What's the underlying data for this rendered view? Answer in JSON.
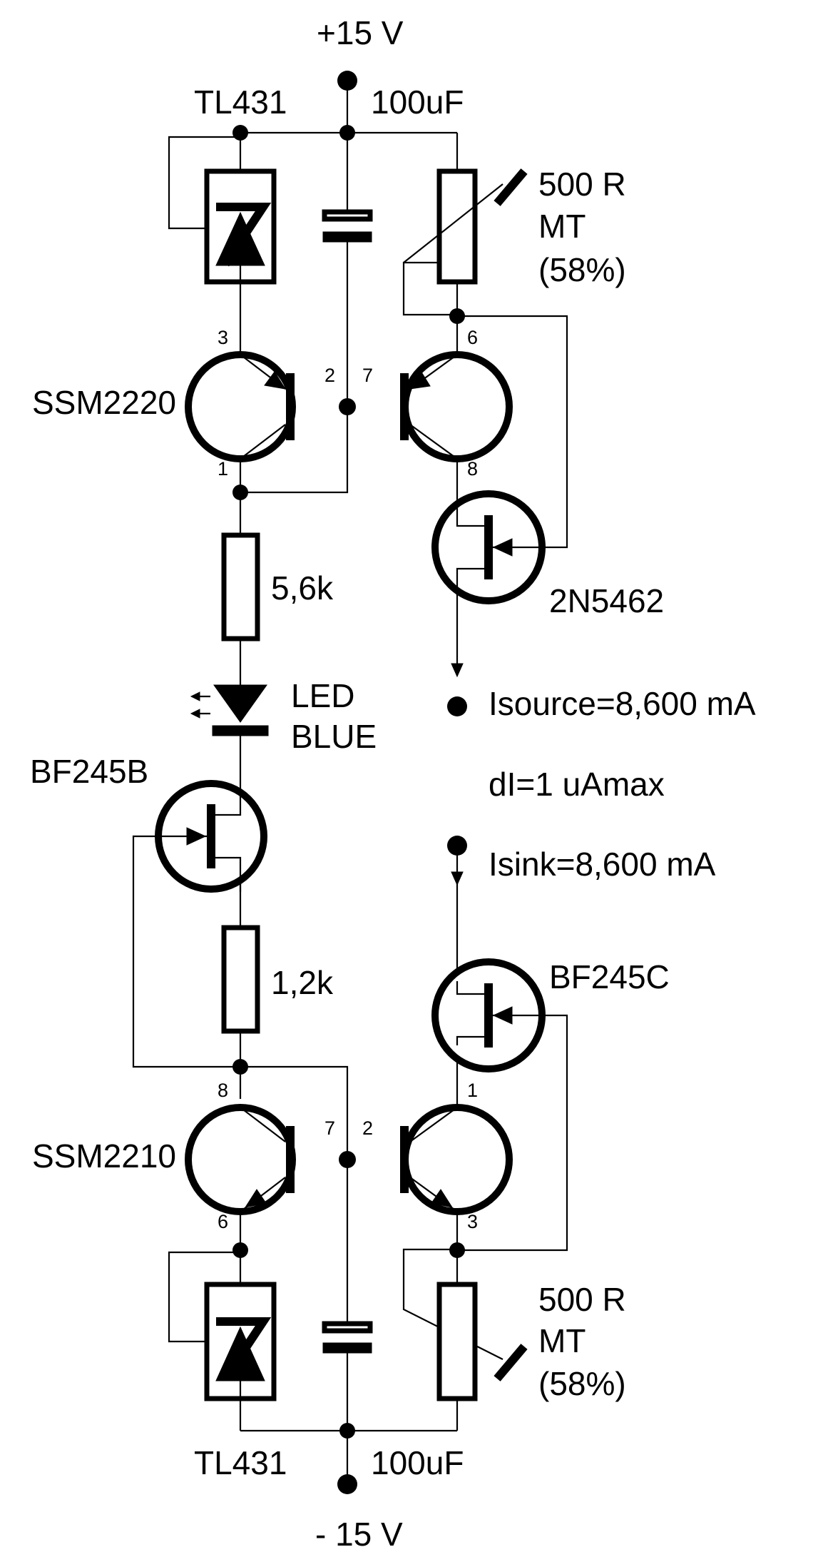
{
  "supply": {
    "positive": "+15 V",
    "negative": "- 15 V"
  },
  "top": {
    "regulator": "TL431",
    "capacitor": "100uF",
    "trimmer": {
      "value": "500 R",
      "type": "MT",
      "setting": "(58%)"
    },
    "pair": {
      "name": "SSM2220",
      "pins": {
        "p3": "3",
        "p2": "2",
        "p1": "1",
        "p7": "7",
        "p6": "6",
        "p8": "8"
      }
    },
    "jfet": "2N5462",
    "resistor": "5,6k",
    "output": "Isource=8,600 mA"
  },
  "led": {
    "line1": "LED",
    "line2": "BLUE"
  },
  "spec": "dI=1 uAmax",
  "bottom": {
    "jfet_left": "BF245B",
    "resistor": "1,2k",
    "jfet_right": "BF245C",
    "input": "Isink=8,600 mA",
    "pair": {
      "name": "SSM2210",
      "pins": {
        "p8": "8",
        "p6": "6",
        "p7": "7",
        "p2": "2",
        "p1": "1",
        "p3": "3"
      }
    },
    "trimmer": {
      "value": "500 R",
      "type": "MT",
      "setting": "(58%)"
    },
    "regulator": "TL431",
    "capacitor": "100uF"
  }
}
